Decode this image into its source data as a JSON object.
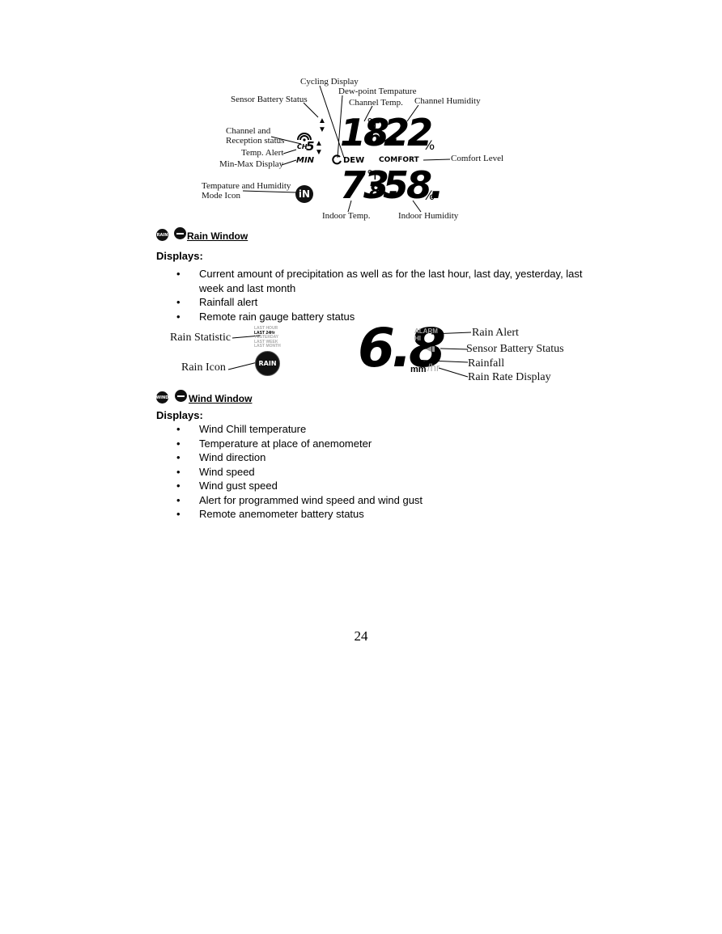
{
  "lcd_figure": {
    "labels": {
      "cycling_display": "Cycling Display",
      "dew_point": "Dew-point Tempature",
      "sensor_battery": "Sensor Battery Status",
      "channel_temp": "Channel Temp.",
      "channel_humidity": "Channel Humidity",
      "channel_reception_1": "Channel and",
      "channel_reception_2": "Reception status",
      "temp_alert": "Temp. Alert",
      "minmax": "Min-Max Display",
      "comfort_level": "Comfort Level",
      "mode_icon_1": "Tempature and Humidity",
      "mode_icon_2": "Mode Icon",
      "indoor_temp": "Indoor Temp.",
      "indoor_humidity": "Indoor Humidity"
    },
    "lcd": {
      "ch_temp_main": "18.",
      "ch_temp_dec": "6",
      "deg_f": "°F",
      "ch_hum": "22",
      "pct": "%",
      "dew": "DEW",
      "comfort": "COMFORT",
      "min": "MIN",
      "ch": "CH",
      "ch_num": "5",
      "in_icon": "iN",
      "in_temp_main": "73.",
      "in_temp_dec": "8",
      "in_hum": "58."
    }
  },
  "rain_section": {
    "icon_small": "RAIN",
    "title": "Rain Window",
    "displays_label": "Displays:",
    "bullets": [
      "Current amount of precipitation as well as for the last hour, last day, yesterday, last week and last month",
      "Rainfall alert",
      "Remote rain gauge battery status"
    ]
  },
  "rain_figure": {
    "rain_statistic": "Rain Statistic",
    "rain_icon_label": "Rain Icon",
    "icon_text": "RAIN",
    "stats": [
      "LAST HOUR",
      "LAST 24Hr",
      "YESTERDAY",
      "LAST WEEK",
      "LAST MONTH"
    ],
    "value": "6.8",
    "unit": "mm",
    "rate_unit": "/hr",
    "alarm": "ALARM",
    "hi": "HI",
    "rain_alert": "Rain Alert",
    "sensor_battery": "Sensor Battery Status",
    "rainfall": "Rainfall",
    "rain_rate": "Rain Rate Display"
  },
  "wind_section": {
    "icon_small": "WIND",
    "title": "Wind Window",
    "displays_label": "Displays:",
    "bullets": [
      "Wind Chill temperature",
      "Temperature at place of anemometer",
      "Wind direction",
      "Wind speed",
      "Wind gust speed",
      "Alert for programmed wind speed and wind gust",
      "Remote anemometer battery status"
    ]
  },
  "page_number": "24"
}
